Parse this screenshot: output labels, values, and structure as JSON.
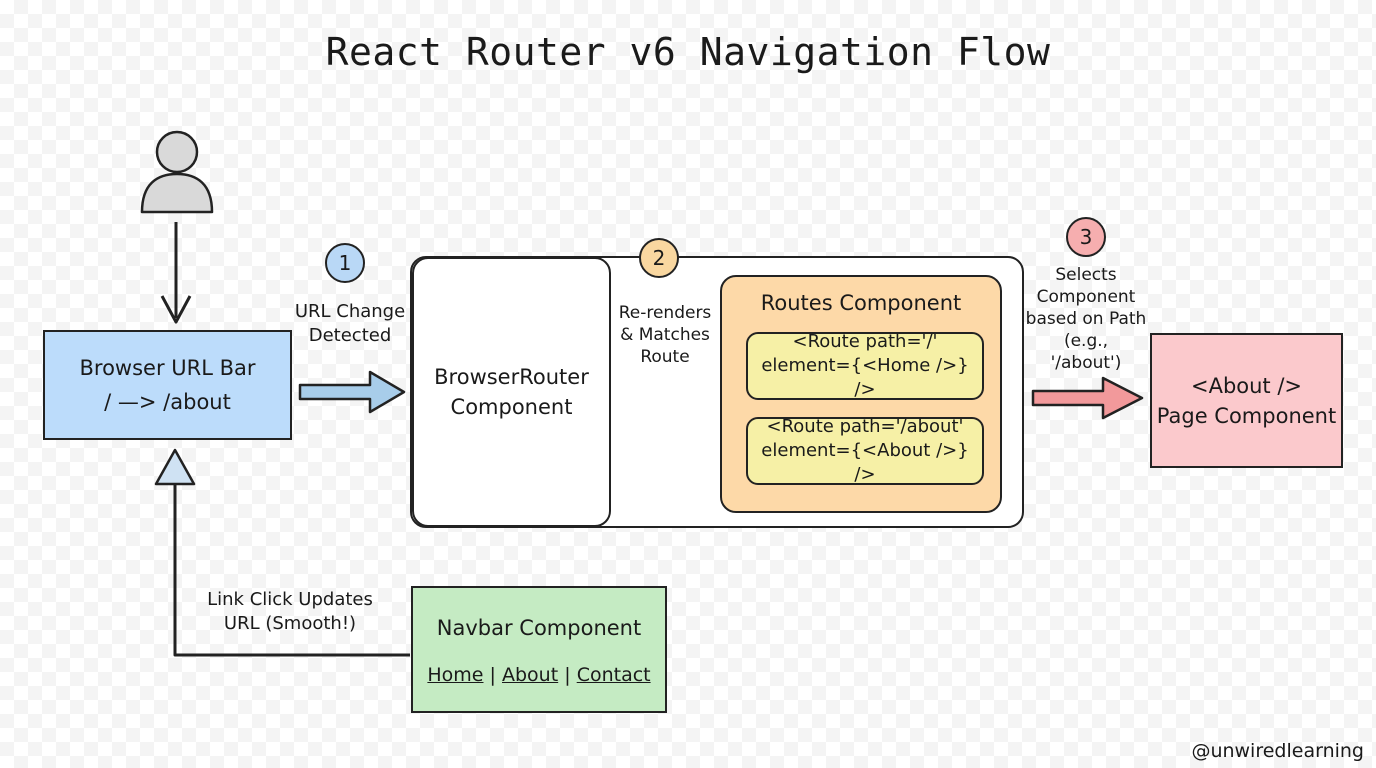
{
  "title": "React Router v6 Navigation Flow",
  "nodes": {
    "user": {
      "icon": "user-icon"
    },
    "browser_url_bar": {
      "line1": "Browser URL Bar",
      "line2": "/ —> /about",
      "color": "#bcdcfb"
    },
    "browser_router": {
      "line1": "BrowserRouter",
      "line2": "Component",
      "color": "#ffffff"
    },
    "routes_component": {
      "label": "Routes Component",
      "color": "#fdd9a8",
      "routes": [
        {
          "line1": "<Route path='/'",
          "line2": "element={<Home />} />"
        },
        {
          "line1": "<Route path='/about'",
          "line2": "element={<About />} />"
        }
      ],
      "route_color": "#f6f0a6"
    },
    "page_component": {
      "line1": "<About />",
      "line2": "Page Component",
      "color": "#fbc9cc"
    },
    "navbar": {
      "label": "Navbar Component",
      "links": [
        "Home",
        "About",
        "Contact"
      ],
      "separator": "|",
      "color": "#c5ebc3"
    }
  },
  "steps": [
    {
      "number": "1",
      "line1": "URL Change",
      "line2": "Detected",
      "color": "#b9d8f6"
    },
    {
      "number": "2",
      "line1": "Re-renders",
      "line2": "& Matches",
      "line3": "Route",
      "color": "#f9d7a0"
    },
    {
      "number": "3",
      "line1": "Selects",
      "line2": "Component",
      "line3": "based on Path",
      "line4": "(e.g.,",
      "line5": "'/about')",
      "color": "#f6aeaf"
    }
  ],
  "feedback": {
    "line1": "Link Click Updates",
    "line2": "URL (Smooth!)"
  },
  "arrow_colors": {
    "step1": "#a8cdea",
    "step2": "#f6c887",
    "step3": "#f2999b",
    "feedback": "#cfe2f3"
  },
  "watermark": "@unwiredlearning"
}
